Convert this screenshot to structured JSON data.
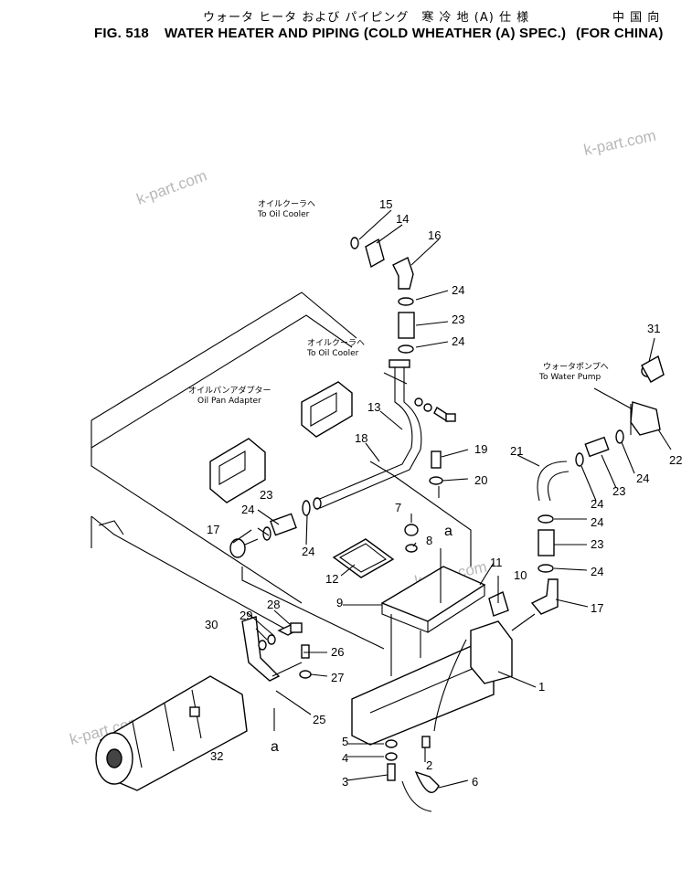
{
  "header": {
    "jp_title": "ウォータ ヒータ および パイピング　寒 冷 地 (A) 仕 様",
    "jp_region": "中 国 向",
    "fig_label": "FIG. 518",
    "title": "WATER HEATER AND PIPING (COLD WHEATHER (A) SPEC.)",
    "region": "(FOR CHINA)"
  },
  "annotations": {
    "oil_cooler_1_jp": "オイルクーラヘ",
    "oil_cooler_1_en": "To Oil Cooler",
    "oil_cooler_2_jp": "オイルクーラヘ",
    "oil_cooler_2_en": "To Oil Cooler",
    "oil_pan_jp": "オイルパンアダプター",
    "oil_pan_en": "Oil Pan Adapter",
    "water_pump_jp": "ウォータポンプへ",
    "water_pump_en": "To Water Pump",
    "ref_a_top": "a",
    "ref_a_bottom": "a"
  },
  "callouts": [
    "1",
    "2",
    "3",
    "4",
    "5",
    "6",
    "7",
    "8",
    "9",
    "10",
    "11",
    "12",
    "13",
    "14",
    "15",
    "16",
    "17",
    "17",
    "18",
    "19",
    "20",
    "21",
    "22",
    "23",
    "23",
    "23",
    "23",
    "24",
    "24",
    "24",
    "24",
    "24",
    "24",
    "24",
    "24",
    "25",
    "26",
    "27",
    "28",
    "29",
    "30",
    "31",
    "32"
  ],
  "watermark": "k-part.com"
}
